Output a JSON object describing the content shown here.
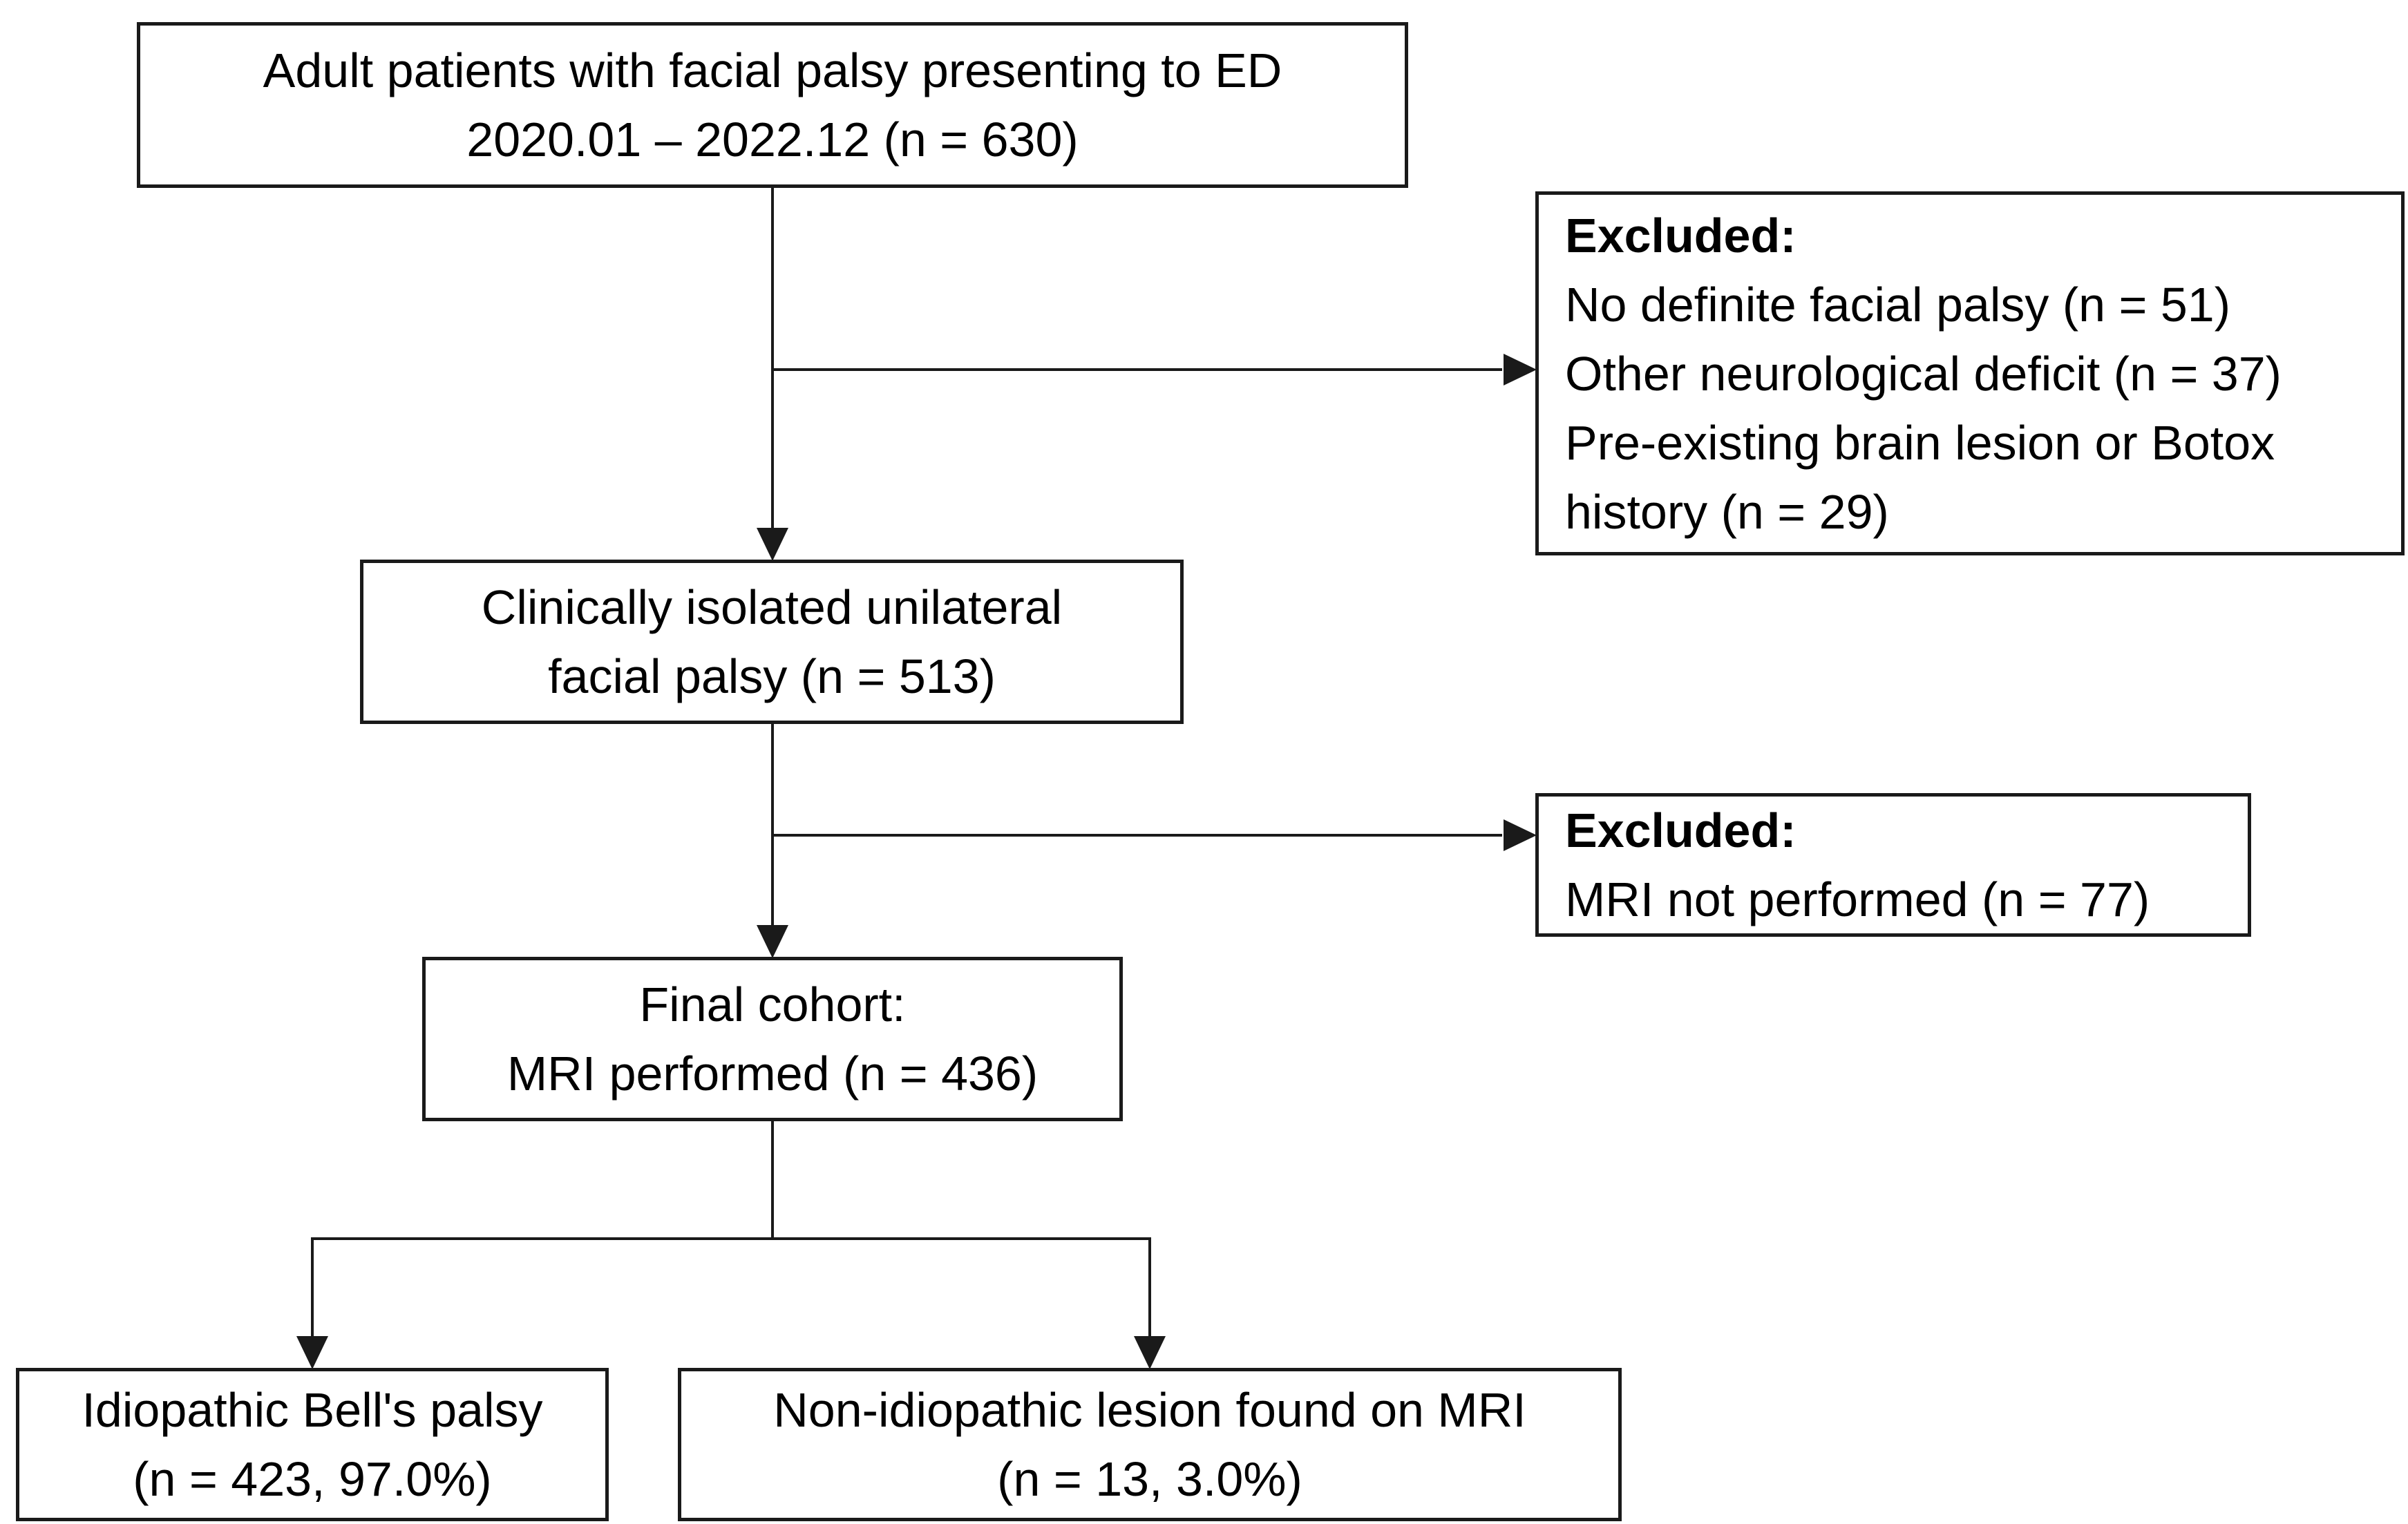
{
  "colors": {
    "line": "#1a1a1a",
    "text": "#000000",
    "background": "#ffffff"
  },
  "diagram": {
    "boxes": {
      "enrollment": {
        "line1": "Adult patients with facial palsy presenting to ED",
        "line2": "2020.01 – 2022.12 (n = 630)"
      },
      "excluded1": {
        "title": "Excluded:",
        "items": [
          "No definite facial palsy (n = 51)",
          "Other neurological deficit (n = 37)",
          "Pre-existing brain lesion or Botox history (n = 29)"
        ]
      },
      "isolated": {
        "line1": "Clinically isolated unilateral",
        "line2": "facial palsy (n = 513)"
      },
      "excluded2": {
        "title": "Excluded:",
        "items": [
          "MRI not performed (n = 77)"
        ]
      },
      "final": {
        "line1": "Final cohort:",
        "line2": "MRI performed (n = 436)"
      },
      "bells": {
        "line1": "Idiopathic Bell's palsy",
        "line2": "(n = 423, 97.0%)"
      },
      "nonidiopathic": {
        "line1": "Non-idiopathic lesion found on MRI",
        "line2": "(n = 13, 3.0%)"
      }
    }
  }
}
